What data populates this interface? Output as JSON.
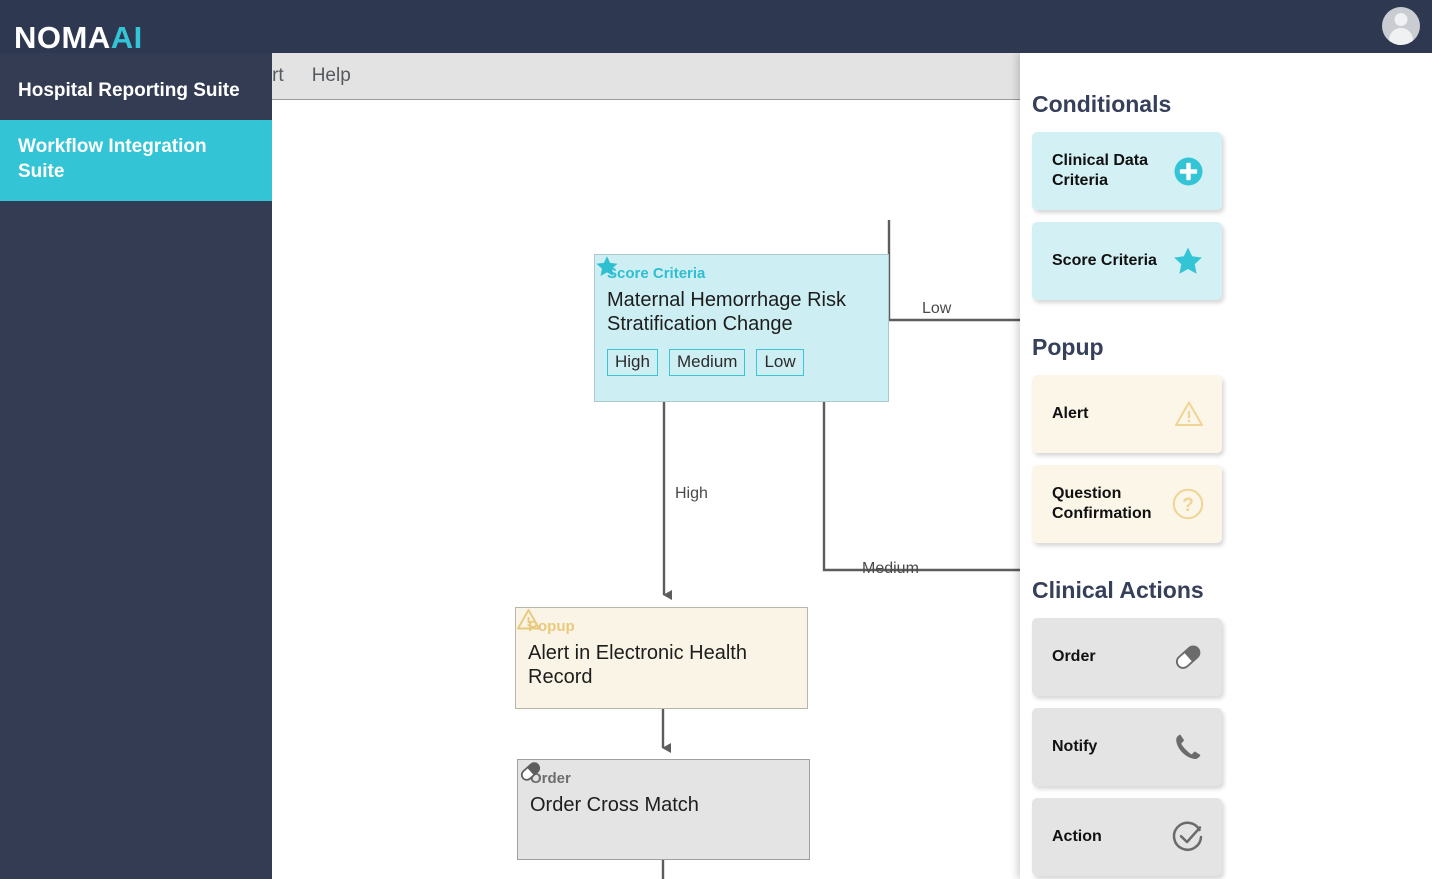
{
  "header": {
    "logo_main": "NOMA",
    "logo_accent": "AI",
    "avatar_icon": "user-avatar-icon"
  },
  "sidebar": {
    "items": [
      {
        "label": "Hospital Reporting Suite",
        "active": false
      },
      {
        "label": "Workflow Integration Suite",
        "active": true
      }
    ]
  },
  "menubar": {
    "items": [
      {
        "label": "sert"
      },
      {
        "label": "Help"
      }
    ]
  },
  "canvas": {
    "nodes": [
      {
        "id": "score-criteria",
        "type": "Score Criteria",
        "icon": "star-icon",
        "title": "Maternal Hemorrhage Risk Stratification Change",
        "chips": [
          "High",
          "Medium",
          "Low"
        ]
      },
      {
        "id": "popup-alert",
        "type": "Popup",
        "icon": "warning-triangle-icon",
        "title": "Alert in Electronic Health Record"
      },
      {
        "id": "order-cross-match",
        "type": "Order",
        "icon": "pill-icon",
        "title": "Order Cross Match"
      }
    ],
    "edge_labels": [
      "Low",
      "High",
      "Medium"
    ]
  },
  "palette": {
    "sections": [
      {
        "title": "Conditionals",
        "style": "cond",
        "cards": [
          {
            "label": "Clinical Data Criteria",
            "icon": "plus-circle-icon"
          },
          {
            "label": "Score Criteria",
            "icon": "star-icon"
          }
        ]
      },
      {
        "title": "Popup",
        "style": "pop",
        "cards": [
          {
            "label": "Alert",
            "icon": "warning-triangle-icon"
          },
          {
            "label": "Question Confirmation",
            "icon": "question-circle-icon"
          }
        ]
      },
      {
        "title": "Clinical Actions",
        "style": "act",
        "cards": [
          {
            "label": "Order",
            "icon": "pill-icon"
          },
          {
            "label": "Notify",
            "icon": "phone-icon"
          },
          {
            "label": "Action",
            "icon": "check-circle-icon"
          }
        ]
      }
    ]
  },
  "colors": {
    "header_navy": "#2e3850",
    "sidebar_navy": "#333c52",
    "accent_cyan": "#33c5d5",
    "conditional_card": "#d3f0f4",
    "popup_card": "#fcf6e9",
    "action_card": "#e4e4e4",
    "popup_amber": "#e8c97e",
    "menubar_grey": "#e3e3e3"
  }
}
